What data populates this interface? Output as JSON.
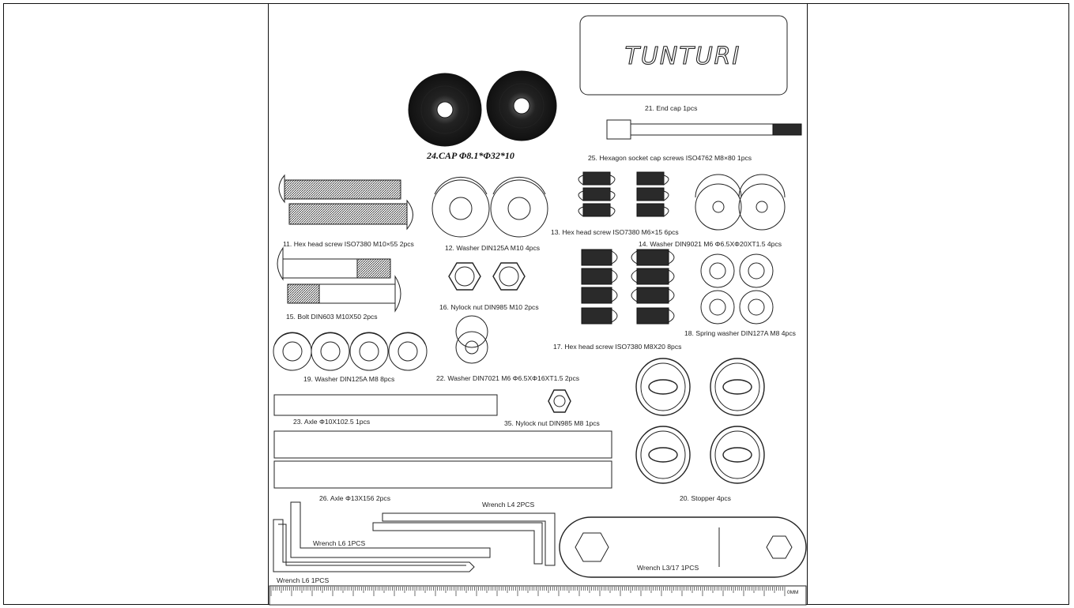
{
  "brand": "TUNTURI",
  "labels": {
    "end_cap": "21. End cap 1pcs",
    "cap": "24.CAP  Φ8.1*Φ32*10",
    "hex_socket": "25. Hexagon socket cap screws ISO4762 M8×80 1pcs",
    "hex_m10": "11. Hex head screw ISO7380 M10×55 2pcs",
    "washer_m10": "12. Washer DIN125A M10 4pcs",
    "hex_m6": "13. Hex head screw ISO7380 M6×15 6pcs",
    "washer_m6_9021": "14. Washer DIN9021 M6 Φ6.5XΦ20XT1.5 4pcs",
    "bolt": "15. Bolt DIN603 M10X50 2pcs",
    "nylock_m10": "16. Nylock nut DIN985 M10 2pcs",
    "hex_m8": "17. Hex head screw ISO7380 M8X20 8pcs",
    "spring_washer": "18. Spring washer DIN127A M8 4pcs",
    "washer_m8": "19. Washer DIN125A M8 8pcs",
    "washer_m6_7021": "22. Washer DIN7021 M6 Φ6.5XΦ16XT1.5 2pcs",
    "axle_10": "23. Axle Φ10X102.5 1pcs",
    "nylock_m8": "35. Nylock nut DIN985 M8 1pcs",
    "stopper": "20. Stopper 4pcs",
    "axle_13": "26. Axle Φ13X156 2pcs",
    "wrench_l4": "Wrench L4  2PCS",
    "wrench_l6_a": "Wrench L6    1PCS",
    "wrench_l6_b": "Wrench L6    1PCS",
    "wrench_l317": "Wrench L3/17  1PCS",
    "ruler_unit": "0MM"
  }
}
